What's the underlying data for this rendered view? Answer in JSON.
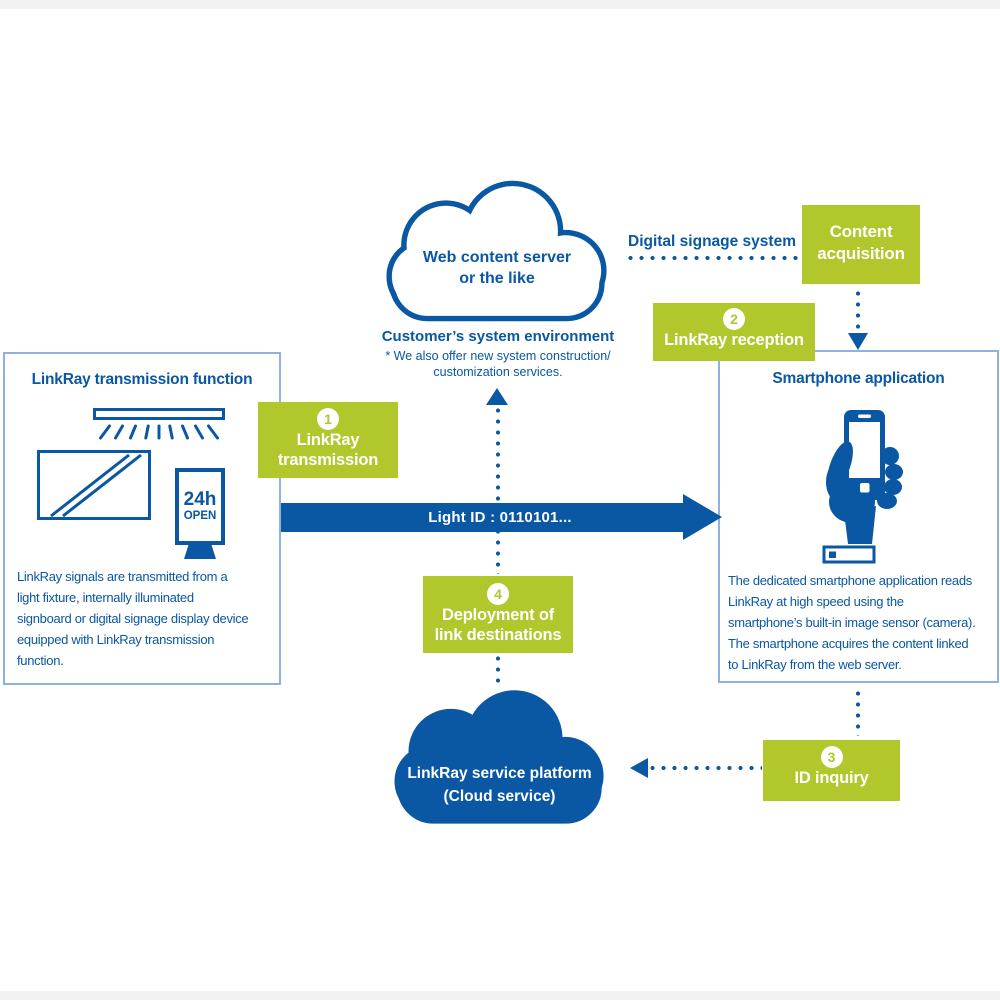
{
  "colors": {
    "accent_blue": "#0a57a3",
    "lime_green": "#b1c72c",
    "panel_border": "#8fb2dc",
    "white": "#ffffff"
  },
  "top_cloud": {
    "title_line1": "Web content server",
    "title_line2": "or the like",
    "caption": "Customer’s system environment",
    "note_line1": "* We also offer new system construction/",
    "note_line2": "customization services."
  },
  "digital_signage": {
    "label": "Digital signage system"
  },
  "content_acquisition": {
    "line1": "Content",
    "line2": "acquisition"
  },
  "steps": {
    "one": {
      "number": "1",
      "line1": "LinkRay",
      "line2": "transmission"
    },
    "two": {
      "number": "2",
      "label": "LinkRay reception"
    },
    "three": {
      "number": "3",
      "label": "ID inquiry"
    },
    "four": {
      "number": "4",
      "line1": "Deployment of",
      "line2": "link destinations"
    }
  },
  "left_box": {
    "title": "LinkRay transmission function",
    "signboard_top": "24h",
    "signboard_bottom": "OPEN",
    "description": "LinkRay signals are transmitted from a\nlight fixture, internally illuminated\nsignboard or digital signage display device\nequipped with LinkRay transmission\nfunction."
  },
  "right_box": {
    "title": "Smartphone application",
    "description": "The dedicated smartphone application reads\nLinkRay at high speed using the\nsmartphone’s built-in image sensor (camera).\nThe smartphone acquires the content linked\nto LinkRay from the web server."
  },
  "light_id_arrow": {
    "label": "Light ID : 0110101..."
  },
  "bottom_cloud": {
    "title_line1": "LinkRay service platform",
    "title_line2": "(Cloud service)"
  }
}
